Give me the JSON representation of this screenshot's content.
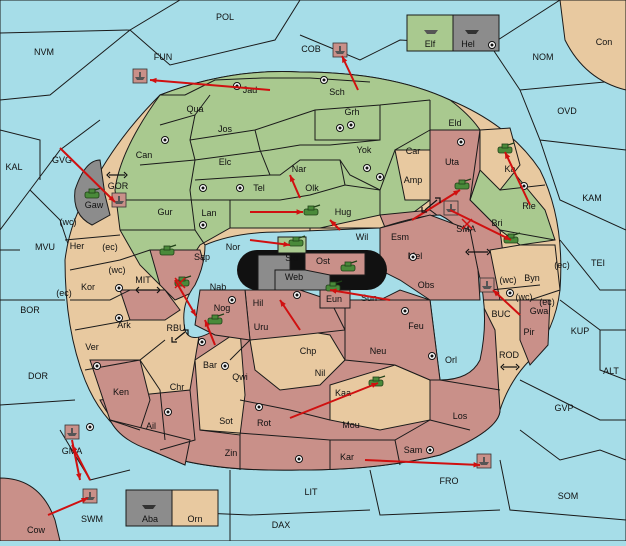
{
  "colors": {
    "sea": "#a6dde8",
    "elf_green": "#a9c98f",
    "hel_rose": "#c99089",
    "neutral_tan": "#e8c9a0",
    "impassable_gray": "#8c8c8c",
    "order_arrow": "#d01010"
  },
  "legend_top": {
    "left": "Elf",
    "right": "Hel"
  },
  "legend_bottom": {
    "left": "Aba",
    "right": "Orn"
  },
  "sea_labels": [
    "POL",
    "COB",
    "NVM",
    "FUN",
    "NOM",
    "Con",
    "OVD",
    "KAL",
    "GVG",
    "GOR",
    "KAM",
    "MVU",
    "TEI",
    "MIT",
    "SMA",
    "BOR",
    "RBU",
    "BUC",
    "KUP",
    "ALT",
    "DOR",
    "ROD",
    "GVP",
    "GMA",
    "FRO",
    "LIT",
    "SOM",
    "SWM",
    "DAX",
    "Cow"
  ],
  "land_labels": [
    "Jad",
    "Sch",
    "Qua",
    "Grh",
    "Jos",
    "Eld",
    "Can",
    "Yok",
    "Car",
    "Uta",
    "Nar",
    "Elc",
    "Tel",
    "Amp",
    "Olk",
    "Ka",
    "Gaw",
    "Lan",
    "Hug",
    "Gur",
    "Rie",
    "Wil",
    "Esm",
    "Bri",
    "Skr",
    "Nor",
    "Sap",
    "Her",
    "Ost",
    "Web",
    "Mel",
    "Byn",
    "Kor",
    "Nab",
    "Obs",
    "Eun",
    "Sun",
    "Hil",
    "Nog",
    "Gwa",
    "Ark",
    "Uru",
    "Feu",
    "Pir",
    "Ver",
    "Chp",
    "Neu",
    "Orl",
    "Bar",
    "Qwi",
    "Nil",
    "Ken",
    "Chr",
    "Kaa",
    "Los",
    "Sot",
    "Rot",
    "Mou",
    "Ail",
    "Zin",
    "Kar",
    "Sam"
  ],
  "coast_tags": [
    "(wc)",
    "(ec)",
    "(wc)",
    "(ec)",
    "(ec)",
    "(wc)",
    "(ec)",
    "(wc)"
  ]
}
